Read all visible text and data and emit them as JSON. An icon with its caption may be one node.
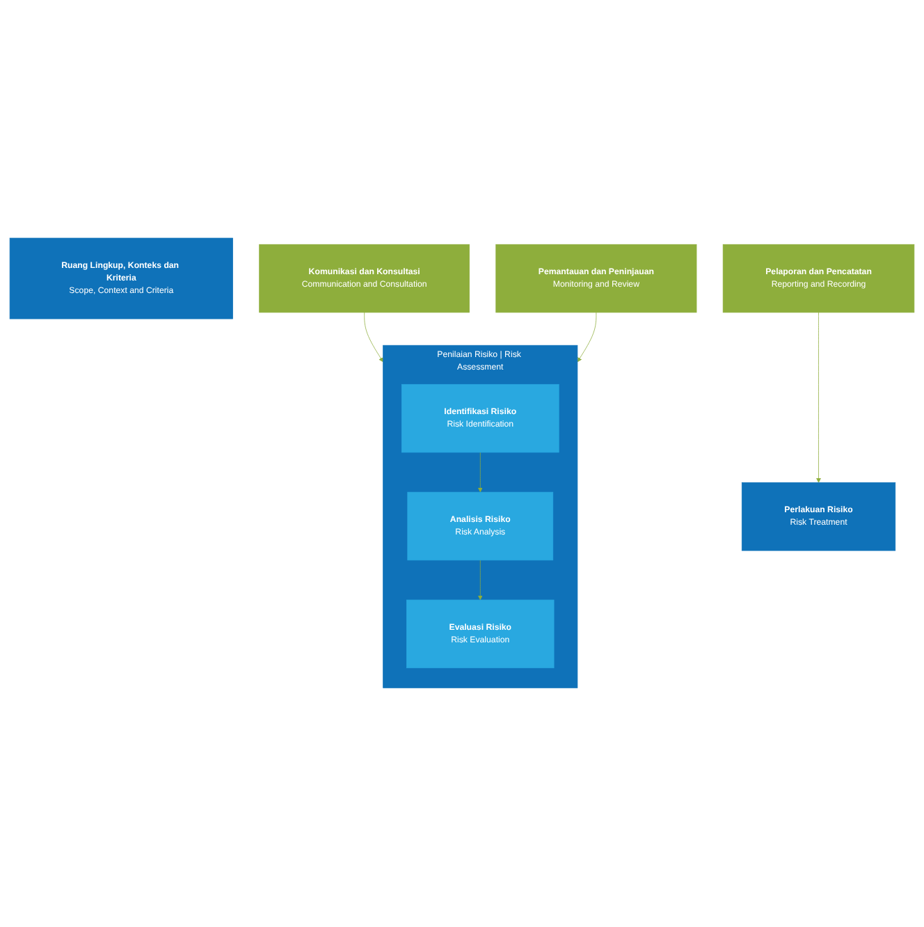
{
  "diagram": {
    "nodes": [
      {
        "text": [
          "Ruang Lingkup, Konteks dan Kriteria",
          "Scope, Context and Criteria"
        ]
      },
      {
        "text": [
          "Penilaian Risiko | Risk Assessment"
        ]
      },
      {
        "text": [
          "Identifikasi Risiko",
          "Risk Identification"
        ],
        "in": 1
      },
      {
        "text": [
          "Analisis Risiko",
          "Risk Analysis"
        ],
        "in": 1
      },
      {
        "text": [
          "Evaluasi Risiko",
          "Risk Evaluation"
        ],
        "in": 1
      },
      {
        "text": [
          "Perlakuan Risiko",
          "Risk Treatment"
        ]
      },
      {
        "text": [
          "Komunikasi dan Konsultasi",
          "Communication and Consultation"
        ]
      },
      {
        "text": [
          "Pemantauan dan Peninjauan",
          "Monitoring and Review"
        ]
      },
      {
        "text": [
          "Pelaporan dan Pencatatan",
          "Reporting and Recording"
        ]
      }
    ],
    "edges": [
      {
        "from": 2,
        "to": 3,
        "arrow": "to"
      },
      {
        "from": 3,
        "to": 4,
        "arrow": "to"
      },
      {
        "from": 6,
        "to": 1,
        "arrow": "to"
      },
      {
        "from": 7,
        "to": 1,
        "arrow": "to"
      },
      {
        "from": 8,
        "to": 5,
        "arrow": "to"
      }
    ]
  }
}
